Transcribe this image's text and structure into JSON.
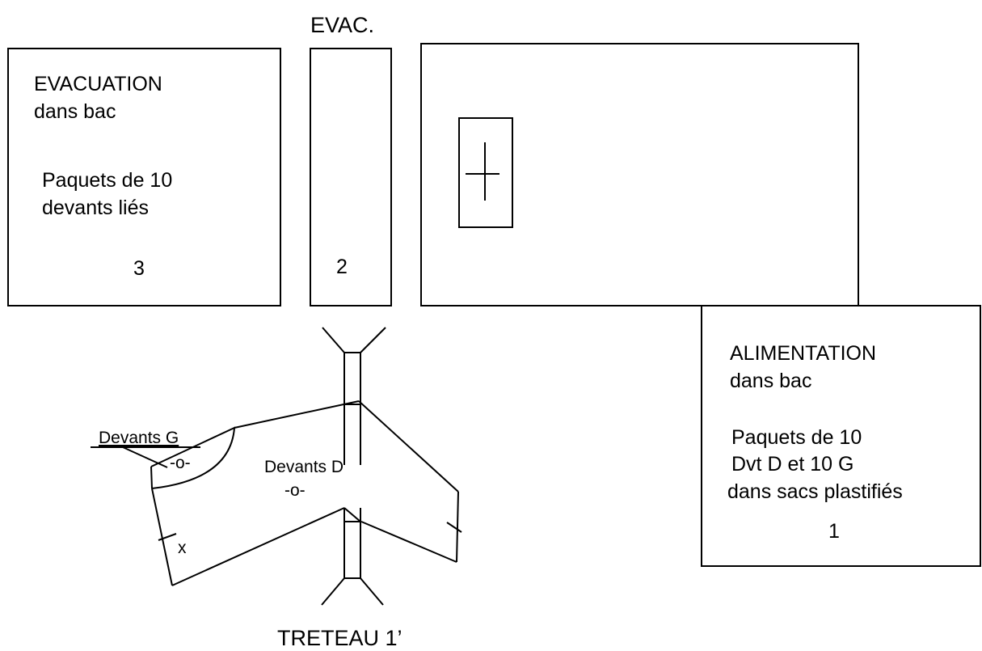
{
  "evac_top_label": "EVAC.",
  "box_evacuation": {
    "title": "EVACUATION",
    "subtitle": "dans bac",
    "desc_line1": "Paquets de 10",
    "desc_line2": "devants liés",
    "number": "3"
  },
  "box_evac_narrow": {
    "number": "2"
  },
  "box_alimentation": {
    "title": "ALIMENTATION",
    "subtitle": "dans bac",
    "desc_line1": "Paquets de 10",
    "desc_line2": "Dvt D et 10 G",
    "desc_line3": "dans sacs plastifiés",
    "number": "1"
  },
  "garment": {
    "label_left": "Devants G",
    "label_left_mark": "-o-",
    "label_right": "Devants D",
    "label_right_mark": "-o-",
    "notch_mark": "x"
  },
  "bottom_label": "TRETEAU  1’"
}
